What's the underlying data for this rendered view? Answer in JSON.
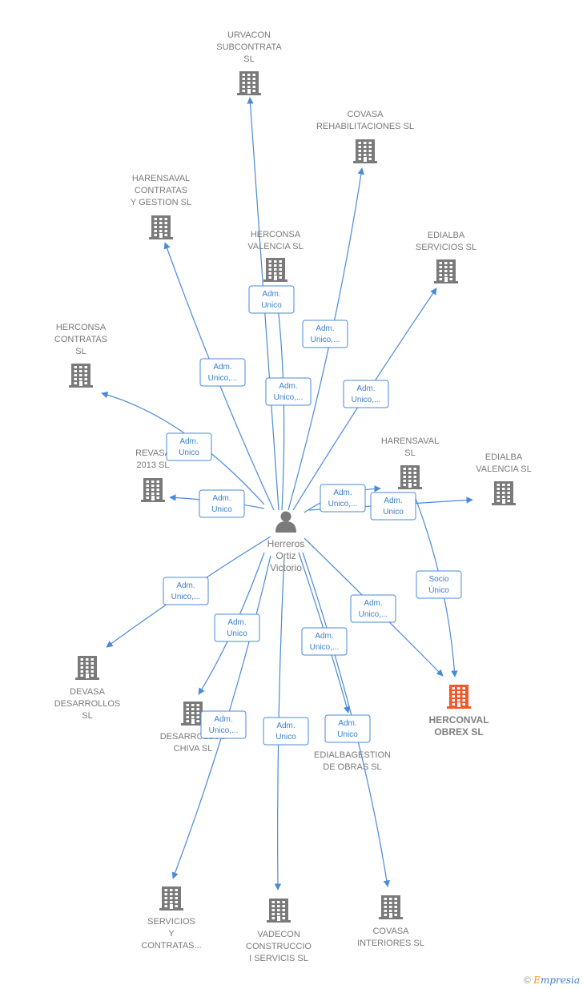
{
  "person": {
    "lines": [
      "Herreros",
      "Ortiz",
      "Victorio"
    ]
  },
  "companies": [
    {
      "id": "urvacon",
      "lines": [
        "URVACON",
        "SUBCONTRATA",
        "SL"
      ],
      "highlight": false
    },
    {
      "id": "covasa-rehab",
      "lines": [
        "COVASA",
        "REHABILITACIONES SL"
      ],
      "highlight": false
    },
    {
      "id": "harensaval-contratas",
      "lines": [
        "HARENSAVAL",
        "CONTRATAS",
        "Y GESTION  SL"
      ],
      "highlight": false
    },
    {
      "id": "herconsa-valencia",
      "lines": [
        "HERCONSA",
        "VALENCIA  SL"
      ],
      "highlight": false
    },
    {
      "id": "edialba-servicios",
      "lines": [
        "EDIALBA",
        "SERVICIOS  SL"
      ],
      "highlight": false
    },
    {
      "id": "herconsa-contratas",
      "lines": [
        "HERCONSA",
        "CONTRATAS",
        "SL"
      ],
      "highlight": false
    },
    {
      "id": "revasa",
      "lines": [
        "REVASA",
        "2013 SL"
      ],
      "highlight": false
    },
    {
      "id": "harensaval",
      "lines": [
        "HARENSAVAL",
        "SL"
      ],
      "highlight": false
    },
    {
      "id": "edialba-valencia",
      "lines": [
        "EDIALBA",
        "VALENCIA  SL"
      ],
      "highlight": false
    },
    {
      "id": "devasa",
      "lines": [
        "DEVASA",
        "DESARROLLOS",
        "SL"
      ],
      "highlight": false
    },
    {
      "id": "herconval",
      "lines": [
        "HERCONVAL",
        "OBREX  SL"
      ],
      "highlight": true
    },
    {
      "id": "desarrollos-chiva",
      "lines": [
        "DESARROLLOS",
        "CHIVA  SL"
      ],
      "highlight": false
    },
    {
      "id": "edialbagestion",
      "lines": [
        "EDIALBAGESTION",
        "DE OBRAS  SL"
      ],
      "highlight": false
    },
    {
      "id": "servicios-contratas",
      "lines": [
        "SERVICIOS",
        "Y",
        "CONTRATAS..."
      ],
      "highlight": false
    },
    {
      "id": "vadecon",
      "lines": [
        "VADECON",
        "CONSTRUCCIO",
        "I SERVICIS  SL"
      ],
      "highlight": false
    },
    {
      "id": "covasa-interiores",
      "lines": [
        "COVASA",
        "INTERIORES SL"
      ],
      "highlight": false
    }
  ],
  "edges": [
    {
      "to": "urvacon",
      "label": [
        "Adm.",
        "Unico"
      ]
    },
    {
      "to": "herconsa-valencia",
      "label": [
        "Adm.",
        "Unico,..."
      ]
    },
    {
      "to": "covasa-rehab",
      "label": [
        "Adm.",
        "Unico,..."
      ]
    },
    {
      "to": "harensaval-contratas",
      "label": [
        "Adm.",
        "Unico,..."
      ]
    },
    {
      "to": "edialba-servicios",
      "label": [
        "Adm.",
        "Unico,..."
      ]
    },
    {
      "to": "herconsa-contratas",
      "label": [
        "Adm.",
        "Unico"
      ]
    },
    {
      "to": "revasa",
      "label": [
        "Adm.",
        "Unico"
      ]
    },
    {
      "to": "harensaval",
      "label": [
        "Adm.",
        "Unico,..."
      ]
    },
    {
      "to": "edialba-valencia",
      "label": [
        "Adm.",
        "Unico"
      ]
    },
    {
      "to": "devasa",
      "label": [
        "Adm.",
        "Unico,..."
      ]
    },
    {
      "to": "desarrollos-chiva",
      "label": [
        "Adm.",
        "Unico"
      ]
    },
    {
      "to": "servicios-contratas",
      "label": [
        "Adm.",
        "Unico,..."
      ]
    },
    {
      "to": "vadecon",
      "label": [
        "Adm.",
        "Unico"
      ]
    },
    {
      "to": "edialbagestion",
      "label": [
        "Adm.",
        "Unico,..."
      ]
    },
    {
      "to": "covasa-interiores",
      "label": [
        "Adm.",
        "Unico"
      ]
    },
    {
      "to": "herconval",
      "label": [
        "Adm.",
        "Unico,..."
      ]
    },
    {
      "from": "harensaval",
      "to": "herconval",
      "label": [
        "Socio",
        "Único"
      ]
    }
  ],
  "colors": {
    "building": "#7a7a7a",
    "highlight": "#f05a28",
    "edge": "#4a8ad8",
    "label_text": "#3a7fd0",
    "label_border": "#4a8ad8"
  },
  "footer": {
    "copyright_symbol": "©",
    "brand_first": "E",
    "brand_rest": "mpresia"
  }
}
